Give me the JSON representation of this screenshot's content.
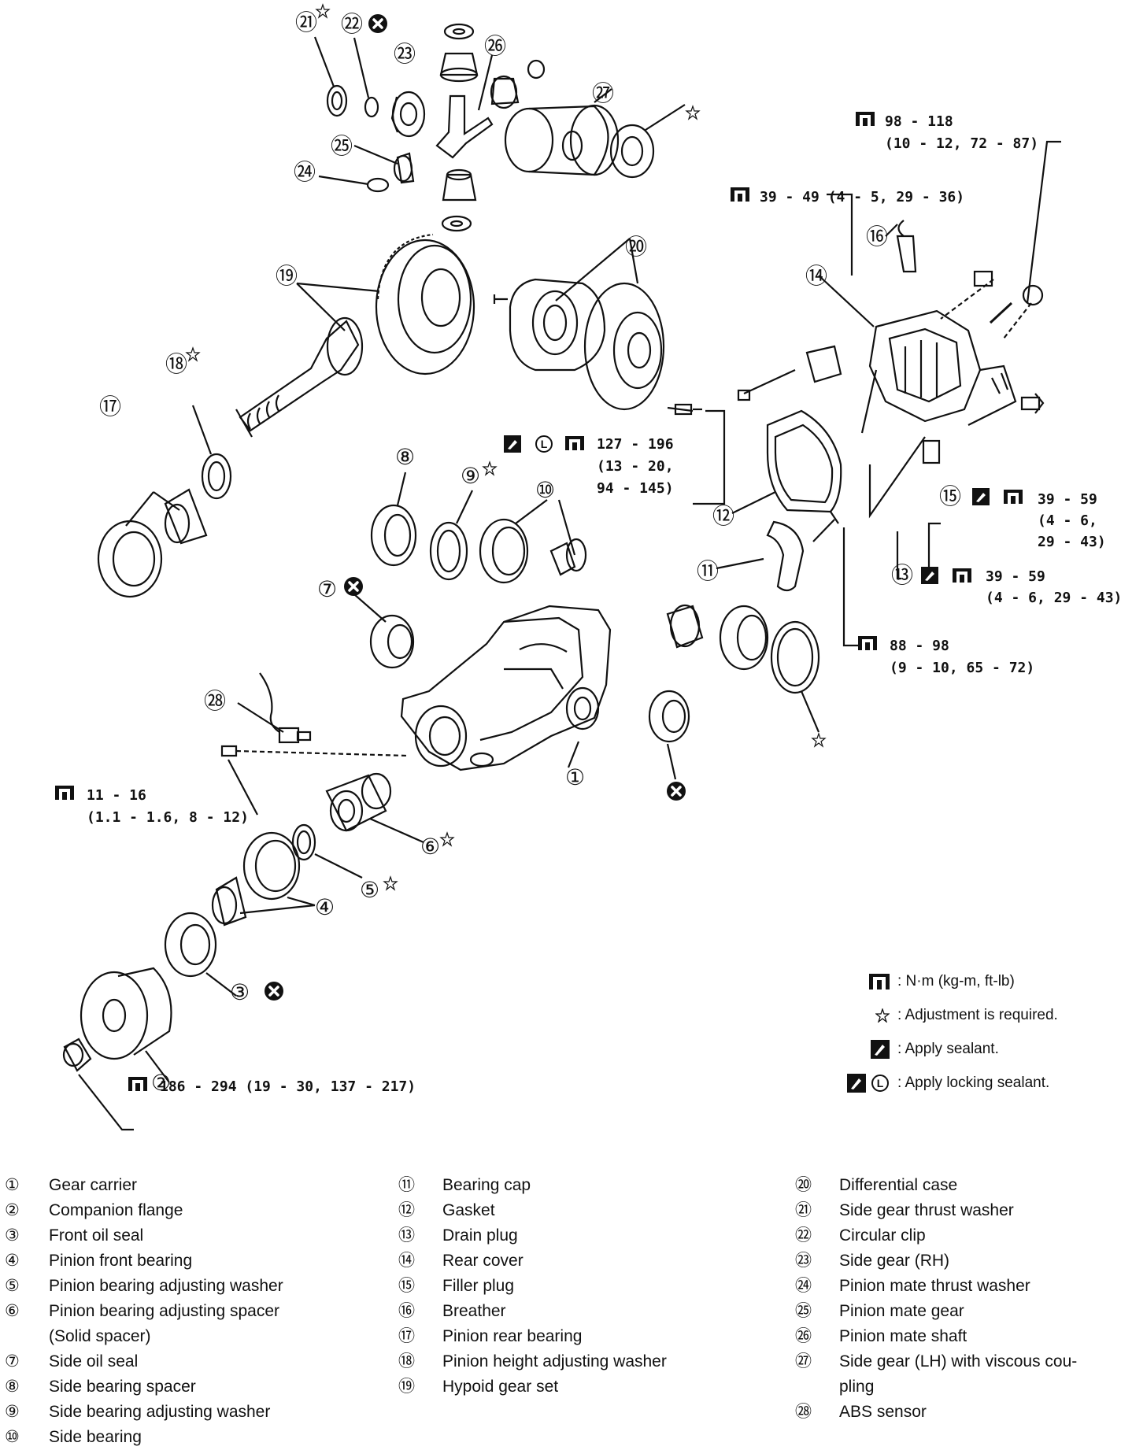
{
  "callouts": {
    "c21": "㉑",
    "c22": "㉒",
    "c23": "㉓",
    "c24": "㉔",
    "c25a": "㉕",
    "c25b": "㉕",
    "c26": "㉖",
    "c27": "㉗",
    "c20": "⑳",
    "c19": "⑲",
    "c18": "⑱",
    "c17": "⑰",
    "c16": "⑯",
    "c14": "⑭",
    "c15": "⑮",
    "c13": "⑬",
    "c12": "⑫",
    "c11": "⑪",
    "c10": "⑩",
    "c9": "⑨",
    "c8": "⑧",
    "c7": "⑦",
    "c28": "㉘",
    "c1": "①",
    "c6": "⑥",
    "c5": "⑤",
    "c4": "④",
    "c3": "③",
    "c2": "②"
  },
  "torque": {
    "t98_l1": "98 - 118",
    "t98_l2": "(10 - 12, 72 - 87)",
    "t39_49": "39 - 49 (4 - 5, 29 - 36)",
    "t127_l1": "127 - 196",
    "t127_l2": "(13 - 20,",
    "t127_l3": "94 - 145)",
    "t15_l1": "39 - 59",
    "t15_l2": "(4 - 6,",
    "t15_l3": "29 - 43)",
    "t13_l1": "39 - 59",
    "t13_l2": "(4 - 6, 29 - 43)",
    "t88_l1": "88 - 98",
    "t88_l2": "(9 - 10, 65 - 72)",
    "t11_l1": "11 - 16",
    "t11_l2": "(1.1 - 1.6, 8 - 12)",
    "t186": "186 - 294 (19 - 30, 137 - 217)"
  },
  "legend": {
    "torque": ": N·m (kg-m, ft-lb)",
    "adjust": ": Adjustment is required.",
    "sealant": ": Apply sealant.",
    "locking": ": Apply locking sealant."
  },
  "parts": {
    "col1": [
      {
        "num": "①",
        "name": "Gear carrier"
      },
      {
        "num": "②",
        "name": "Companion flange"
      },
      {
        "num": "③",
        "name": "Front oil seal"
      },
      {
        "num": "④",
        "name": "Pinion front bearing"
      },
      {
        "num": "⑤",
        "name": "Pinion bearing adjusting washer"
      },
      {
        "num": "⑥",
        "name": "Pinion bearing adjusting spacer"
      },
      {
        "num": "",
        "name": "(Solid spacer)"
      },
      {
        "num": "⑦",
        "name": "Side oil seal"
      },
      {
        "num": "⑧",
        "name": "Side bearing spacer"
      },
      {
        "num": "⑨",
        "name": "Side bearing adjusting washer"
      },
      {
        "num": "⑩",
        "name": "Side bearing"
      }
    ],
    "col2": [
      {
        "num": "⑪",
        "name": "Bearing cap"
      },
      {
        "num": "⑫",
        "name": "Gasket"
      },
      {
        "num": "⑬",
        "name": "Drain plug"
      },
      {
        "num": "⑭",
        "name": "Rear cover"
      },
      {
        "num": "⑮",
        "name": "Filler plug"
      },
      {
        "num": "⑯",
        "name": "Breather"
      },
      {
        "num": "⑰",
        "name": "Pinion rear bearing"
      },
      {
        "num": "⑱",
        "name": "Pinion height adjusting washer"
      },
      {
        "num": "⑲",
        "name": "Hypoid gear set"
      }
    ],
    "col3": [
      {
        "num": "⑳",
        "name": "Differential case"
      },
      {
        "num": "㉑",
        "name": "Side gear thrust washer"
      },
      {
        "num": "㉒",
        "name": "Circular clip"
      },
      {
        "num": "㉓",
        "name": "Side gear (RH)"
      },
      {
        "num": "㉔",
        "name": "Pinion mate thrust washer"
      },
      {
        "num": "㉕",
        "name": "Pinion mate gear"
      },
      {
        "num": "㉖",
        "name": "Pinion mate shaft"
      },
      {
        "num": "㉗",
        "name": "Side gear (LH) with viscous cou-"
      },
      {
        "num": "",
        "name": "pling"
      },
      {
        "num": "㉘",
        "name": "ABS sensor"
      }
    ]
  }
}
